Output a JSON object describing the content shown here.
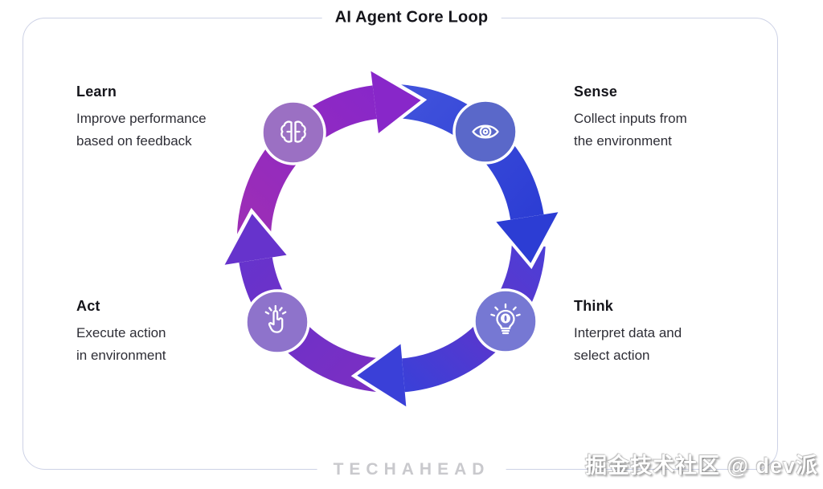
{
  "title": "AI Agent Core Loop",
  "brand": "TECHAHEAD",
  "watermark": "掘金技术社区 @ dev派",
  "nodes": {
    "sense": {
      "label": "Sense",
      "line1": "Collect inputs from",
      "line2": "the environment",
      "icon": "eye-icon",
      "circle_color": "#5A68C9"
    },
    "think": {
      "label": "Think",
      "line1": "Interpret data and",
      "line2": "select action",
      "icon": "lightbulb-icon",
      "circle_color": "#7678D3"
    },
    "act": {
      "label": "Act",
      "line1": "Execute action",
      "line2": "in environment",
      "icon": "tap-hand-icon",
      "circle_color": "#8E73CB"
    },
    "learn": {
      "label": "Learn",
      "line1": "Improve performance",
      "line2": "based on feedback",
      "icon": "brain-icon",
      "circle_color": "#9B70C3"
    }
  },
  "colors": {
    "frame_border": "#CDD2E6",
    "title_text": "#15151B",
    "body_text": "#2E2E36",
    "brand_text": "#C9C9CD",
    "arc_nw_start": "#9D2EB5",
    "arc_nw_end": "#8827C9",
    "arc_ne_start": "#4153DC",
    "arc_ne_end": "#2C3DD4",
    "arc_se_start": "#4C3ED6",
    "arc_se_mid": "#5C36CC",
    "arc_se_end": "#3A40D8",
    "arc_sw_start": "#7C2EC2",
    "arc_sw_end": "#6633CC",
    "head_top": "#8827C9",
    "head_right": "#2C3DD4",
    "head_bottom": "#3A40D8",
    "head_left": "#6633CC"
  }
}
